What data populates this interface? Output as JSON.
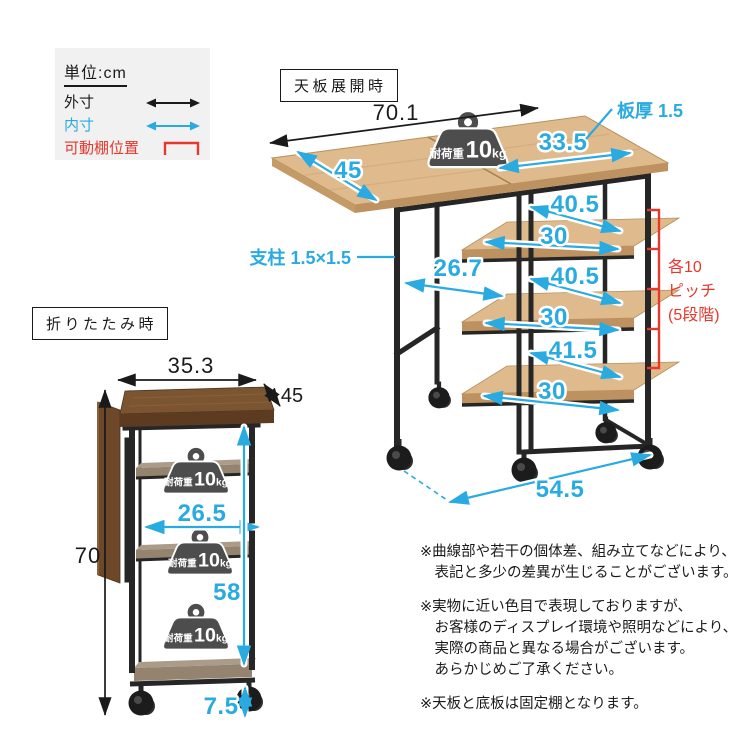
{
  "colors": {
    "accent_blue": "#29abe2",
    "accent_red": "#e6382c",
    "ink": "#1a1a1a",
    "wood_light": "#dfba8c",
    "wood_light_edge": "#bd9260",
    "wood_dark": "#7b5531",
    "wood_dark_edge": "#5d3b20",
    "frame_black": "#262626",
    "legend_bg": "#f1f1f1",
    "badge_gray": "#4d4d4d"
  },
  "legend": {
    "title": "単位:cm",
    "items": [
      {
        "label": "外寸",
        "symbol": "black-double-arrow"
      },
      {
        "label": "内寸",
        "symbol": "blue-double-arrow"
      },
      {
        "label": "可動棚位置",
        "symbol": "red-shelf-bracket"
      }
    ]
  },
  "expanded": {
    "label": "天板展開時",
    "dims": {
      "top_width": "70.1",
      "flap_depth": "45",
      "fixed_top_width": "33.5",
      "board_thickness": "板厚 1.5",
      "pillar": "支柱 1.5×1.5",
      "inner_clearance": "26.7",
      "shelf1_depth": "40.5",
      "shelf1_width": "30",
      "shelf2_depth": "40.5",
      "shelf2_width": "30",
      "shelf3_depth": "41.5",
      "shelf3_width": "30",
      "base_width": "54.5"
    },
    "pitch_note": {
      "line1": "各10",
      "line2": "ピッチ",
      "line3": "(5段階)"
    }
  },
  "folded": {
    "label": "折りたたみ時",
    "dims": {
      "width": "35.3",
      "depth": "45",
      "height": "70",
      "inner_width": "26.5",
      "inner_height": "58",
      "caster_height": "7.5"
    }
  },
  "badge": {
    "label": "耐荷重",
    "value": "10",
    "unit": "kg"
  },
  "notes": [
    "※曲線部や若干の個体差、組み立てなどにより、\n　表記と多少の差異が生じることがございます。",
    "※実物に近い色目で表現しておりますが、\n　お客様のディスプレイ環境や照明などにより、\n　実際の商品と異なる場合がございます。\n　あらかじめご了承ください。",
    "※天板と底板は固定棚となります。"
  ]
}
